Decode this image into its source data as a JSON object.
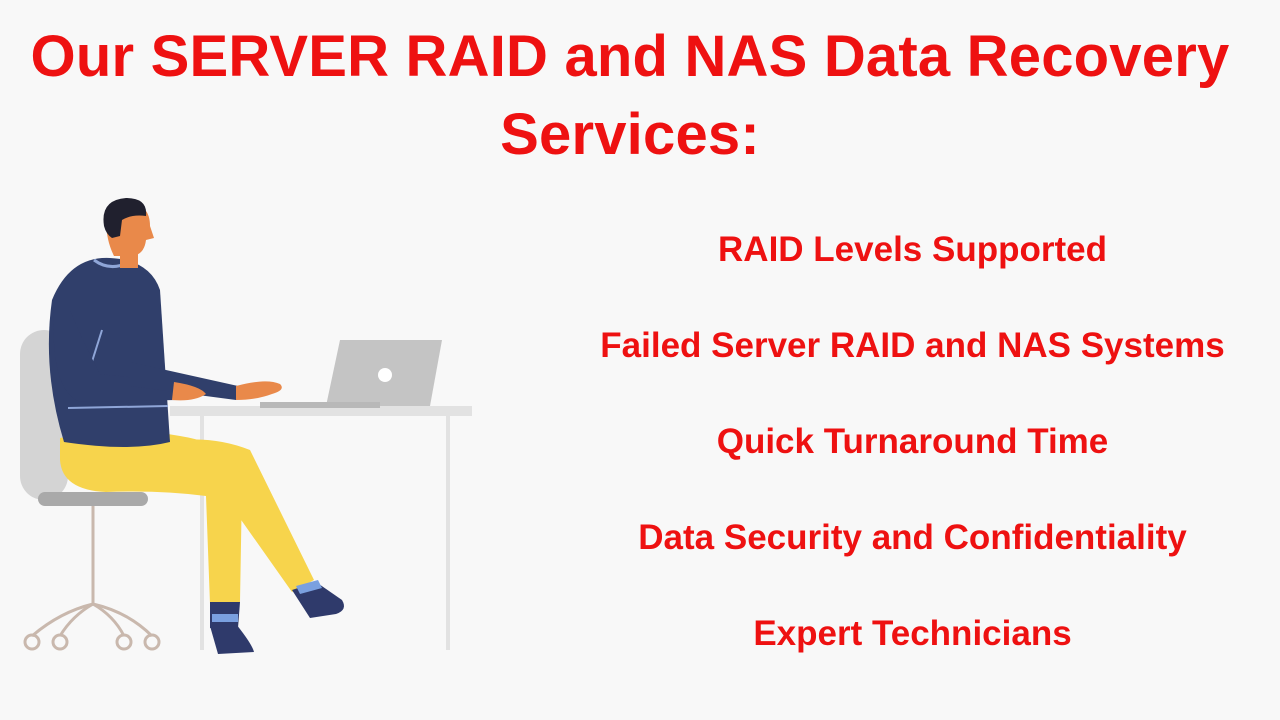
{
  "page": {
    "title": "Our SERVER RAID and NAS Data Recovery Services:",
    "accent_color": "#ee1111",
    "background_color": "#f8f8f8"
  },
  "illustration": {
    "icon": "person-working-at-laptop-illustration"
  },
  "services": [
    "RAID Levels Supported",
    "Failed Server RAID and NAS Systems",
    "Quick Turnaround Time",
    "Data Security and Confidentiality",
    "Expert Technicians"
  ]
}
